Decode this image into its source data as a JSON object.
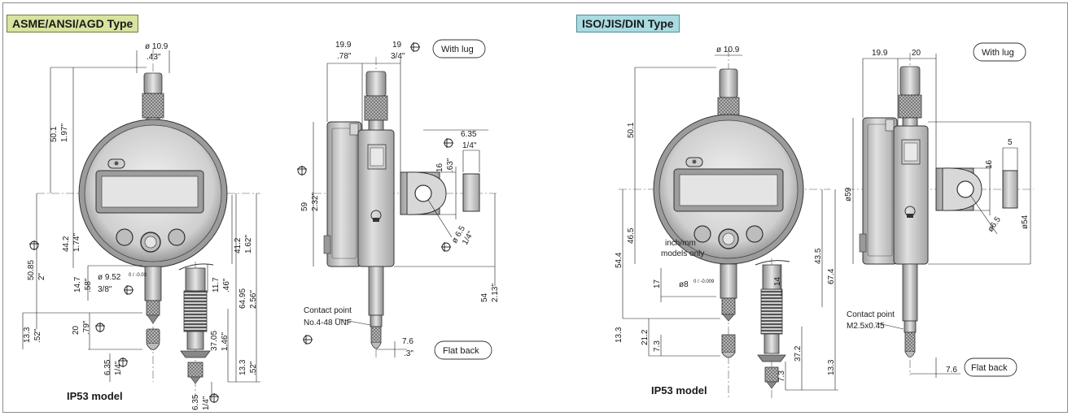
{
  "left_panel": {
    "title": "ASME/ANSI/AGD Type",
    "model_label": "IP53 model",
    "with_lug": "With lug",
    "flat_back": "Flat back",
    "contact_point": "Contact point",
    "contact_thread": "No.4-48 UNF",
    "dims": {
      "d1": "ø 10.9",
      "d1i": ".43\"",
      "d2": "19.9",
      "d2i": ".78\"",
      "d3": "19",
      "d3i": "3/4\"",
      "d4": "50.1",
      "d4i": "1.97\"",
      "d5": "6.35",
      "d5i": "1/4\"",
      "d6": "16",
      "d6i": ".63\"",
      "d7": "59",
      "d7i": "2.32\"",
      "d8": "ø 6.5",
      "d8i": "1/4\"",
      "d9": "50.85",
      "d9i": "2\"",
      "d10": "44.2",
      "d10i": "1.74\"",
      "d11": "14.7",
      "d11i": ".58\"",
      "d12": "ø 9.52",
      "d12t": "0 / -0.03",
      "d12i": "3/8\"",
      "d13": "11.7",
      "d13i": ".46\"",
      "d14": "41.2",
      "d14i": "1.62\"",
      "d15": "64.95",
      "d15i": "2.56\"",
      "d16": "54",
      "d16i": "2.13\"",
      "d17": "13.3",
      "d17i": ".52\"",
      "d18": "20",
      "d18i": ".79\"",
      "d19": "6.35",
      "d19i": "1/4\"",
      "d20": "37.05",
      "d20i": "1.46\"",
      "d21": "13.3",
      "d21i": ".52\"",
      "d22": "6.35",
      "d22i": "1/4\"",
      "d23": "7.6",
      "d23i": ".3\""
    }
  },
  "right_panel": {
    "title": "ISO/JIS/DIN Type",
    "model_label": "IP53 model",
    "with_lug": "With lug",
    "flat_back": "Flat back",
    "contact_point": "Contact point",
    "contact_thread": "M2.5x0.45",
    "note_line1": "inch/mm",
    "note_line2": "models only",
    "dims": {
      "r1": "ø 10.9",
      "r2": "19.9",
      "r3": "20",
      "r4": "50.1",
      "r5": "5",
      "r6": "16",
      "r7": "ø59",
      "r8": "ø6.5",
      "r9": "ø54",
      "r10": "54.4",
      "r11": "46.5",
      "r12": "17",
      "r13": "ø8",
      "r13t": "0 / -0.009",
      "r14": "14",
      "r15": "43.5",
      "r16": "67.4",
      "r17": "13.3",
      "r18": "21.2",
      "r19": "7.3",
      "r20": "37.2",
      "r21": "7.3",
      "r22": "13.3",
      "r23": "7.6"
    }
  },
  "colors": {
    "left_title_bg": "#d7e39f",
    "right_title_bg": "#a9dbe1",
    "body_gray": "#b9b9b9",
    "line": "#1a1a1a"
  }
}
